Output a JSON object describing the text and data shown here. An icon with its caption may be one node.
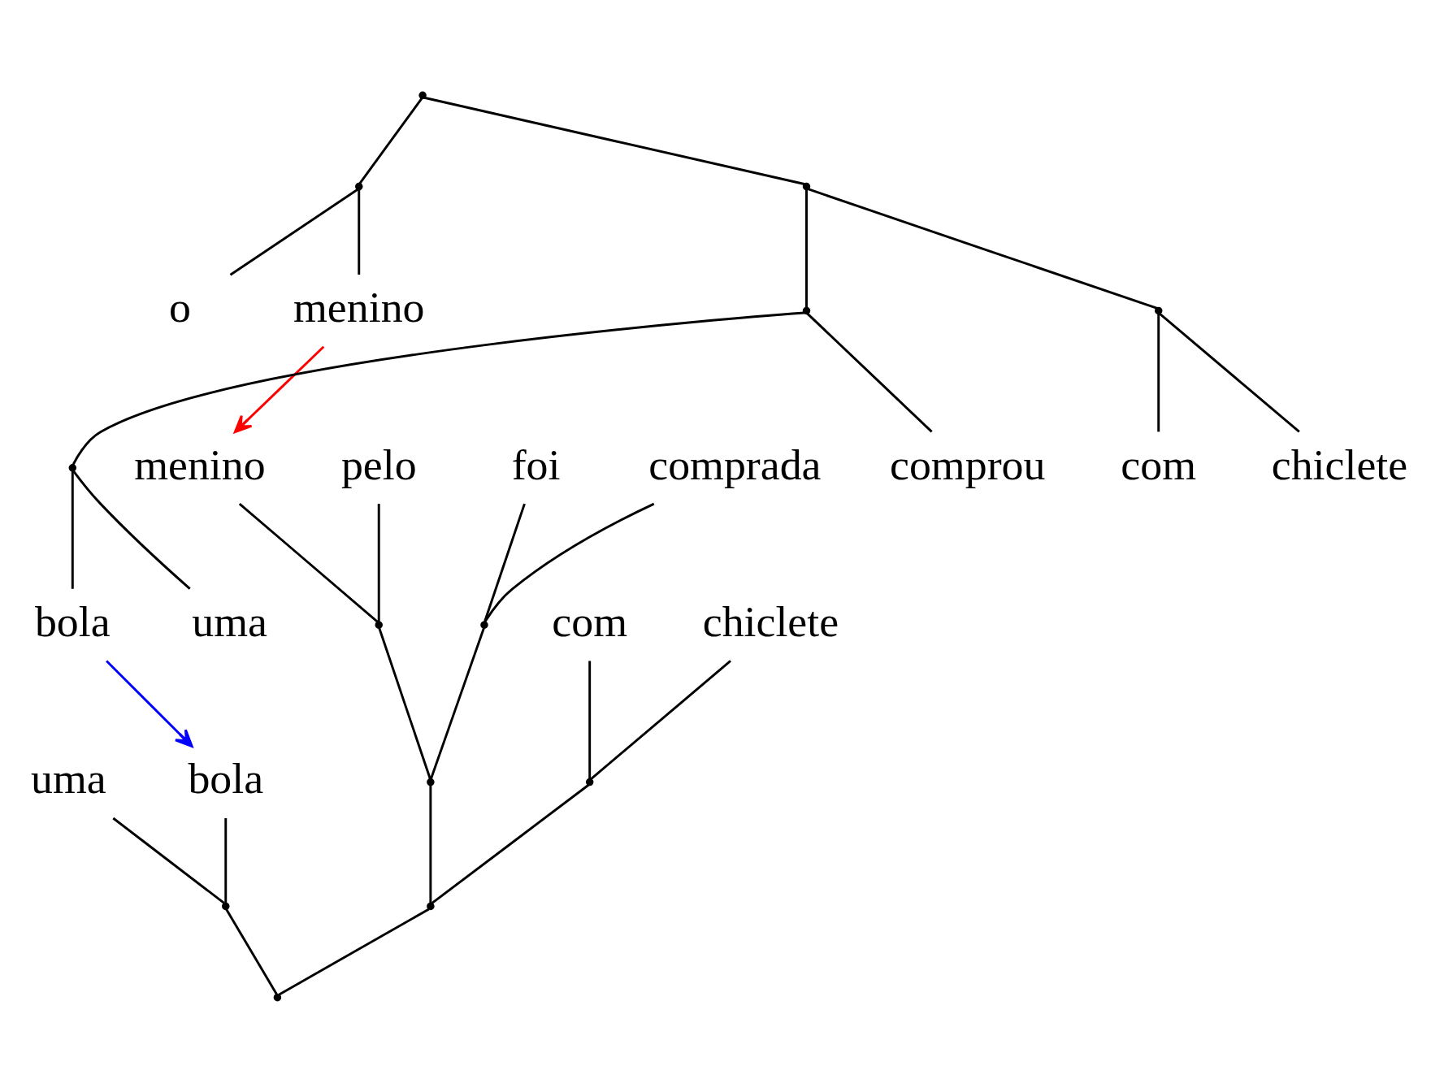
{
  "diagram": {
    "nodes": [
      {
        "text": [],
        "shape": "point"
      },
      {
        "text": [],
        "shape": "point"
      },
      {
        "text": [],
        "shape": "point"
      },
      {
        "text": [
          "o"
        ]
      },
      {
        "text": [
          "menino"
        ]
      },
      {
        "text": [],
        "shape": "point"
      },
      {
        "text": [],
        "shape": "point"
      },
      {
        "text": [
          "comprou"
        ]
      },
      {
        "text": [
          "com"
        ]
      },
      {
        "text": [
          "chiclete"
        ]
      },
      {
        "text": [],
        "shape": "point"
      },
      {
        "text": [
          "uma"
        ]
      },
      {
        "text": [
          "bola"
        ]
      },
      {
        "text": [
          "foi"
        ]
      },
      {
        "text": [
          "comprada"
        ]
      },
      {
        "text": [
          "pelo"
        ]
      },
      {
        "text": [
          "menino"
        ]
      },
      {
        "text": [
          "com"
        ]
      },
      {
        "text": [
          "chiclete"
        ]
      },
      {
        "text": [],
        "shape": "point"
      },
      {
        "text": [],
        "shape": "point"
      },
      {
        "text": [
          "uma"
        ]
      },
      {
        "text": [
          "bola"
        ]
      },
      {
        "text": [],
        "shape": "point"
      },
      {
        "text": [],
        "shape": "point"
      },
      {
        "text": [],
        "shape": "point"
      },
      {
        "text": [],
        "shape": "point"
      },
      {
        "text": [],
        "shape": "point"
      }
    ],
    "edges": [
      {
        "from": 0,
        "to": 1,
        "arrow": "none"
      },
      {
        "from": 0,
        "to": 2,
        "arrow": "none"
      },
      {
        "from": 1,
        "to": 3,
        "arrow": "none"
      },
      {
        "from": 1,
        "to": 4,
        "arrow": "none"
      },
      {
        "from": 2,
        "to": 5,
        "arrow": "none"
      },
      {
        "from": 2,
        "to": 6,
        "arrow": "none"
      },
      {
        "from": 5,
        "to": 7,
        "arrow": "none"
      },
      {
        "from": 5,
        "to": 10,
        "arrow": "none"
      },
      {
        "from": 6,
        "to": 8,
        "arrow": "none"
      },
      {
        "from": 6,
        "to": 9,
        "arrow": "none"
      },
      {
        "from": 10,
        "to": 11,
        "arrow": "none"
      },
      {
        "from": 10,
        "to": 12,
        "arrow": "none"
      },
      {
        "from": 4,
        "to": 16,
        "arrow": "to",
        "color": "#ff0000"
      },
      {
        "from": 12,
        "to": 22,
        "arrow": "to",
        "color": "#0000ff"
      },
      {
        "from": 13,
        "to": 19,
        "arrow": "none"
      },
      {
        "from": 14,
        "to": 19,
        "arrow": "none"
      },
      {
        "from": 15,
        "to": 20,
        "arrow": "none"
      },
      {
        "from": 16,
        "to": 20,
        "arrow": "none"
      },
      {
        "from": 19,
        "to": 23,
        "arrow": "none"
      },
      {
        "from": 20,
        "to": 23,
        "arrow": "none"
      },
      {
        "from": 17,
        "to": 24,
        "arrow": "none"
      },
      {
        "from": 18,
        "to": 24,
        "arrow": "none"
      },
      {
        "from": 21,
        "to": 25,
        "arrow": "none"
      },
      {
        "from": 22,
        "to": 25,
        "arrow": "none"
      },
      {
        "from": 23,
        "to": 26,
        "arrow": "none"
      },
      {
        "from": 24,
        "to": 26,
        "arrow": "none"
      },
      {
        "from": 25,
        "to": 27,
        "arrow": "none"
      },
      {
        "from": 26,
        "to": 27,
        "arrow": "none"
      }
    ]
  }
}
